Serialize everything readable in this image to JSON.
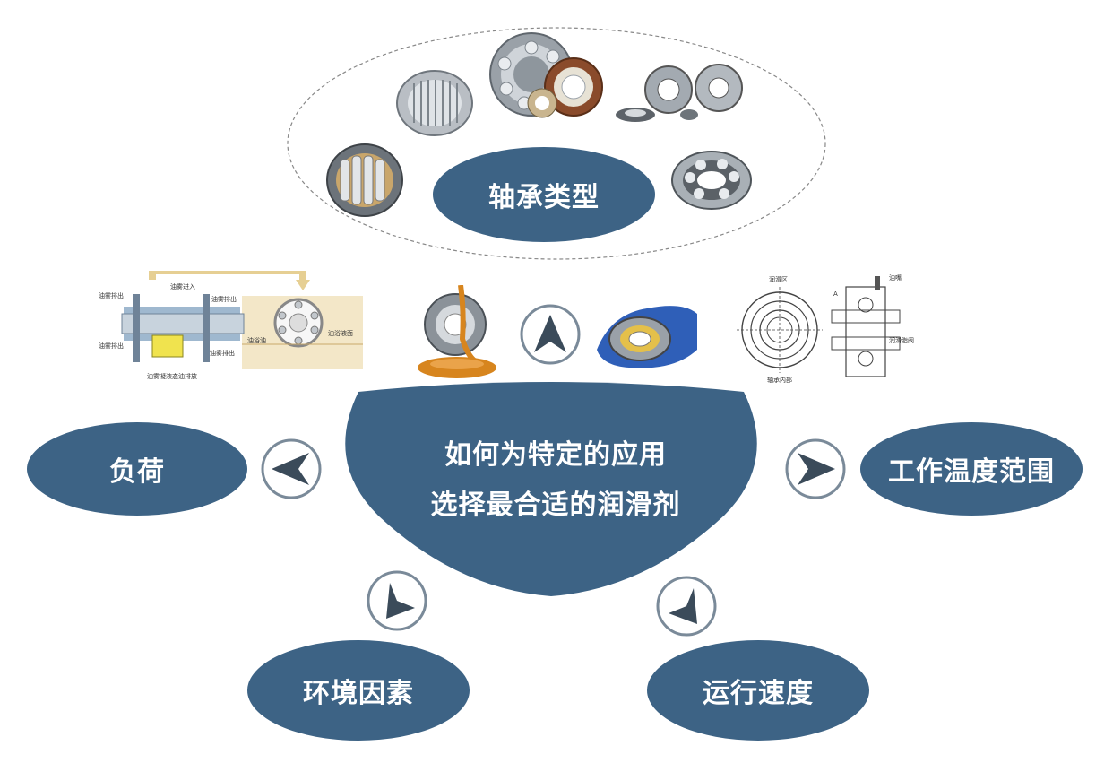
{
  "colors": {
    "node": "#3d6385",
    "arrow": "#3b4b5a",
    "ring": "#7a8a99",
    "oil": "#d7851e"
  },
  "top_node": {
    "label": "轴承类型"
  },
  "center_node": {
    "line1": "如何为特定的应用",
    "line2": "选择最合适的润滑剂"
  },
  "nodes": {
    "left": {
      "label": "负荷"
    },
    "right": {
      "label": "工作温度范围"
    },
    "bottom_left": {
      "label": "环境因素"
    },
    "bottom_right": {
      "label": "运行速度"
    }
  },
  "diagram_left_labels": {
    "l1": "油雾排出",
    "l2": "油雾进入",
    "l3": "油雾排出",
    "l4": "油雾排出",
    "l5": "油雾排出",
    "l6": "油雾凝液态油排放",
    "l7": "油浴液面",
    "l8": "油浴油"
  },
  "diagram_right_labels": {
    "r1": "润滑区",
    "r2": "油嘴",
    "r3": "轴承内部",
    "r4": "润滑脂阀",
    "r5": "A"
  }
}
